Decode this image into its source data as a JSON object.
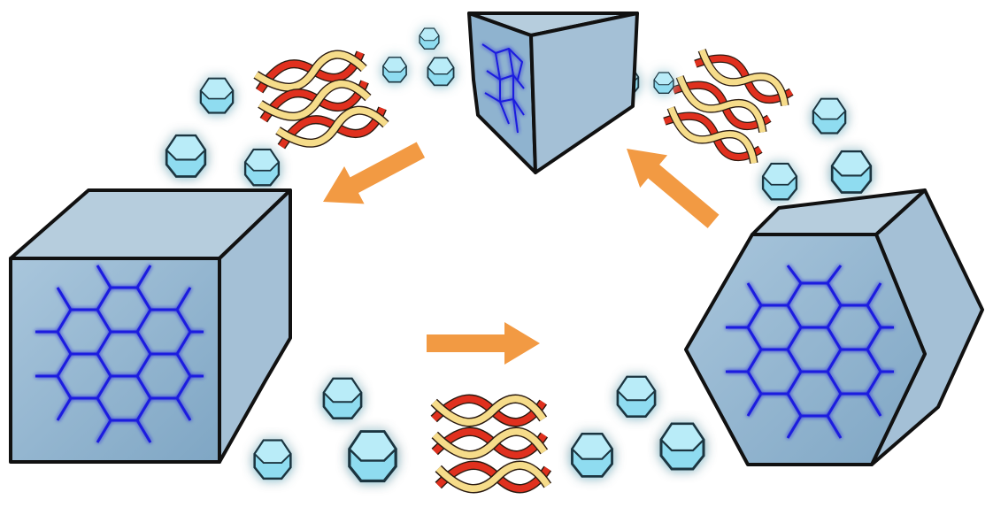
{
  "colors": {
    "background": "#ffffff",
    "face_front": "#8fb3cf",
    "face_top": "#b6cddd",
    "face_side": "#a4c0d6",
    "outline": "#111111",
    "lattice": "#1a1adf",
    "lattice_glow": "#36e0ff",
    "crystal": "#7fd6ee",
    "arrow": "#f29a43",
    "ribbon_red": "#e0301e",
    "ribbon_yellow": "#f6dc8a"
  },
  "elements": {
    "shapes": [
      "cube",
      "triangular-prism",
      "hexagonal-prism"
    ],
    "arrows": [
      "arrow-to-cube",
      "arrow-to-hexagonal-prism",
      "arrow-to-triangular-prism"
    ],
    "icons": [
      "hexagon-crystal-icon",
      "twisted-ribbon-icon"
    ]
  }
}
